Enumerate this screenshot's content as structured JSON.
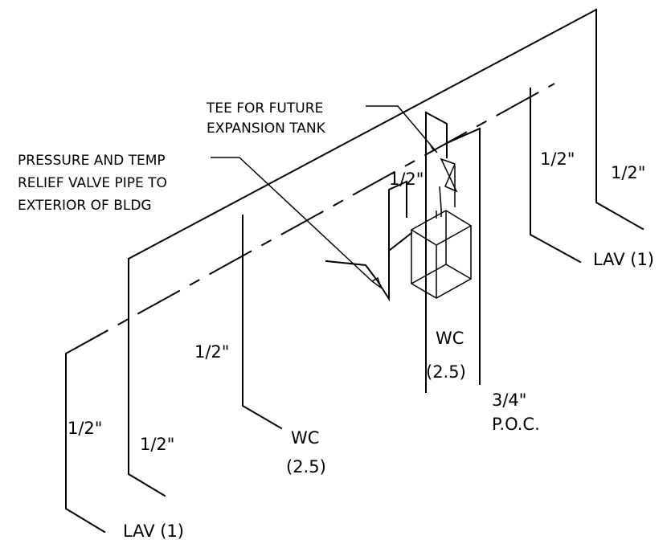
{
  "labels": {
    "tee_note_line1": "TEE FOR FUTURE",
    "tee_note_line2": "EXPANSION TANK",
    "relief_note_line1": "PRESSURE AND TEMP",
    "relief_note_line2": "RELIEF VALVE PIPE TO",
    "relief_note_line3": "EXTERIOR OF BLDG",
    "size_right_far": "1/2\"",
    "size_right_near": "1/2\"",
    "size_mid_riser": "1/2\"",
    "size_wc_left": "1/2\"",
    "size_left_a": "1/2\"",
    "size_left_b": "1/2\"",
    "fixture_lav_right": "LAV (1)",
    "fixture_lav_left": "LAV (1)",
    "fixture_wc_left": "WC",
    "fixture_wc_left_fu": "(2.5)",
    "fixture_wc_center": "WC",
    "fixture_wc_center_fu": "(2.5)",
    "poc_size": "3/4\"",
    "poc_label": "P.O.C."
  }
}
